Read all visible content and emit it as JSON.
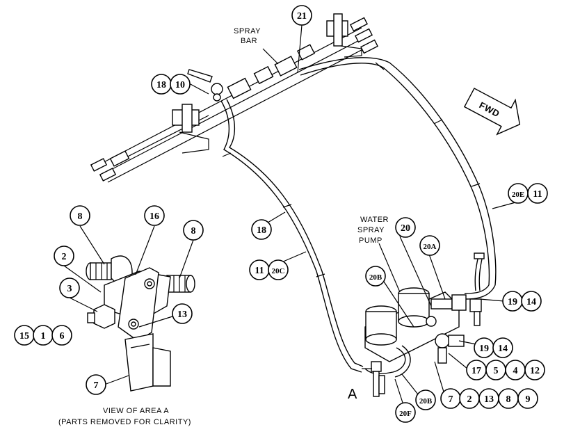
{
  "texts": {
    "spray_bar_1": "SPRAY",
    "spray_bar_2": "BAR",
    "pump_1": "WATER",
    "pump_2": "SPRAY",
    "pump_3": "PUMP",
    "view_1": "VIEW OF AREA A",
    "view_2": "(PARTS REMOVED FOR CLARITY)",
    "area": "A",
    "fwd": "FWD"
  },
  "callouts": {
    "c21": "21",
    "c18a": "18",
    "c10": "10",
    "c8a": "8",
    "c16": "16",
    "c8b": "8",
    "c2a": "2",
    "c3": "3",
    "c13a": "13",
    "c15": "15",
    "c1": "1",
    "c6": "6",
    "c7a": "7",
    "c18b": "18",
    "c11a": "11",
    "c20C": "20C",
    "c20E": "20E",
    "c11b": "11",
    "c20": "20",
    "c20A": "20A",
    "c20B1": "20B",
    "c19a": "19",
    "c14a": "14",
    "c19b": "19",
    "c14b": "14",
    "c17": "17",
    "c5": "5",
    "c4": "4",
    "c12": "12",
    "c20B2": "20B",
    "c7b": "7",
    "c2b": "2",
    "c13b": "13",
    "c8c": "8",
    "c9": "9",
    "c20F": "20F"
  }
}
